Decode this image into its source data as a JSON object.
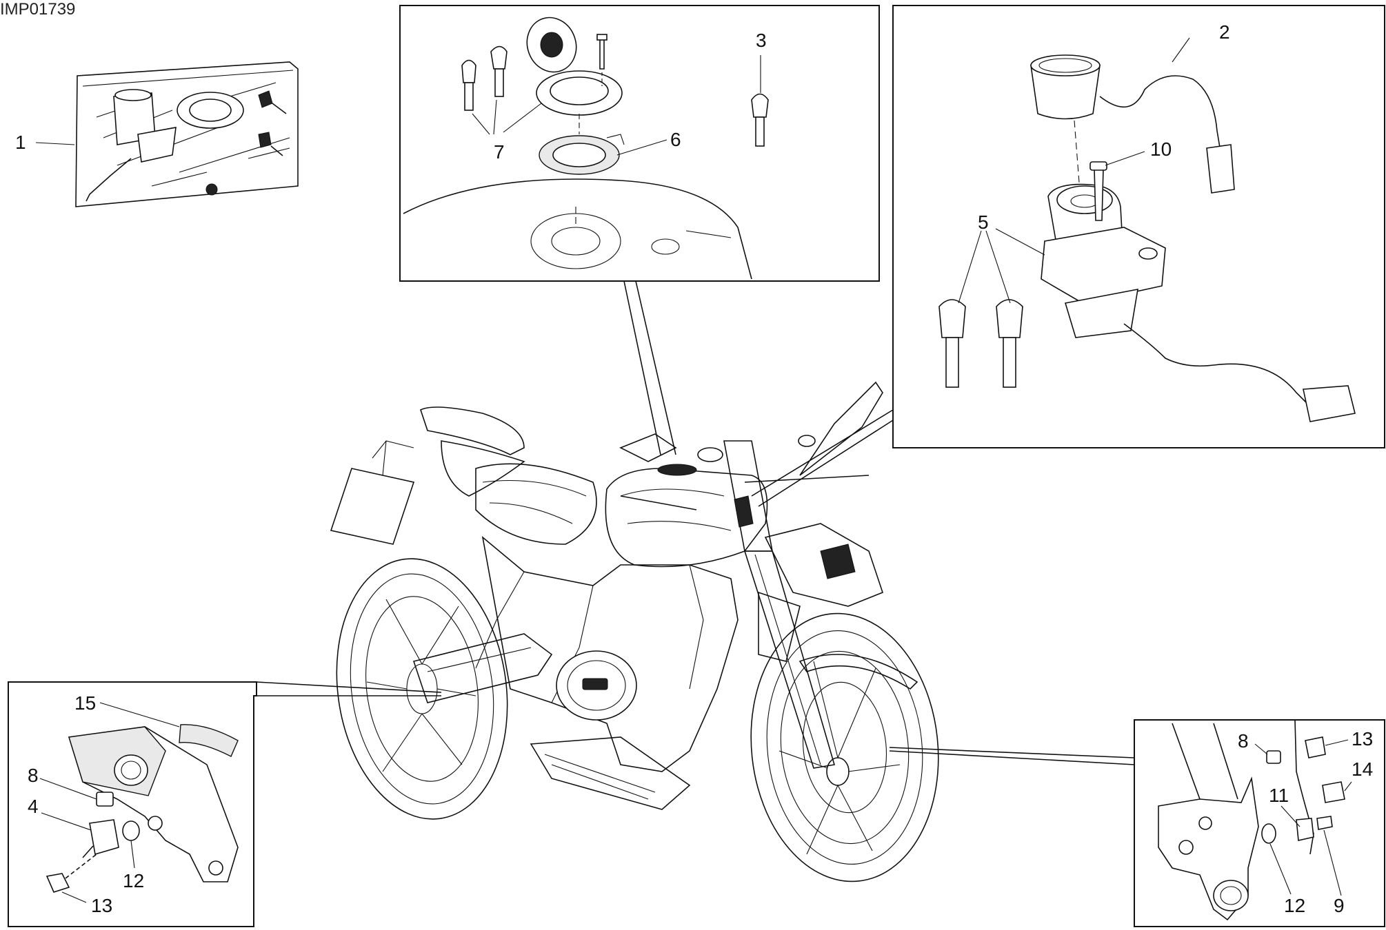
{
  "diagram_code": "IMP01739",
  "callouts": {
    "c1": "1",
    "c2": "2",
    "c3": "3",
    "c4": "4",
    "c5": "5",
    "c6": "6",
    "c7": "7",
    "c8a": "8",
    "c8b": "8",
    "c9": "9",
    "c10": "10",
    "c11": "11",
    "c12a": "12",
    "c12b": "12",
    "c13a": "13",
    "c13b": "13",
    "c14": "14",
    "c15": "15"
  },
  "colors": {
    "line": "#111111",
    "background": "#ffffff"
  }
}
